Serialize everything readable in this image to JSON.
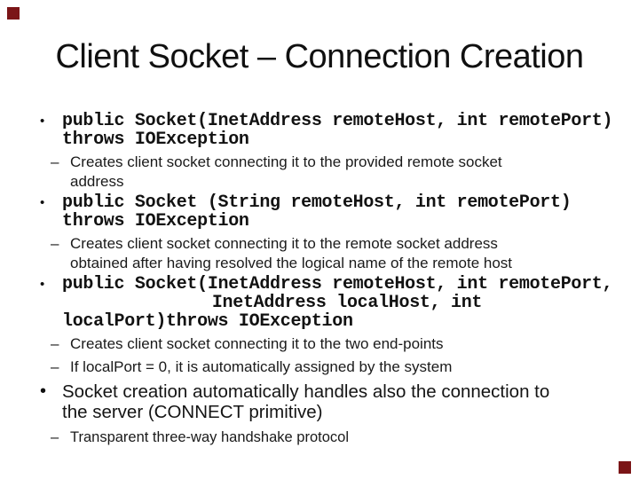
{
  "slide": {
    "title": "Client Socket – Connection Creation"
  },
  "glyphs": {
    "bullet": "•",
    "dash": "–"
  },
  "decor": {
    "corner_color": "#7b1517"
  },
  "content": {
    "b1": {
      "code1": "public Socket(InetAddress remoteHost, int remotePort)",
      "code2": "throws IOException",
      "sub1_l1": "Creates client socket connecting it to the provided remote socket",
      "sub1_l2": "address"
    },
    "b2": {
      "code1": "public Socket (String remoteHost, int remotePort)",
      "code2": "throws IOException",
      "sub1_l1": "Creates client socket connecting it to the remote socket address",
      "sub1_l2": "obtained after having resolved the logical name of the remote host"
    },
    "b3": {
      "code1": "public Socket(InetAddress remoteHost, int remotePort,",
      "code2": "InetAddress localHost, int",
      "code3": "localPort)throws IOException",
      "sub1_l1": "Creates client socket connecting it to the two end-points",
      "sub2_l1": "If localPort = 0, it is automatically assigned by the system"
    },
    "b4": {
      "text_l1": "Socket creation automatically handles also the connection to",
      "text_l2": "the server (CONNECT primitive)",
      "sub1_l1": "Transparent three-way handshake protocol"
    }
  }
}
